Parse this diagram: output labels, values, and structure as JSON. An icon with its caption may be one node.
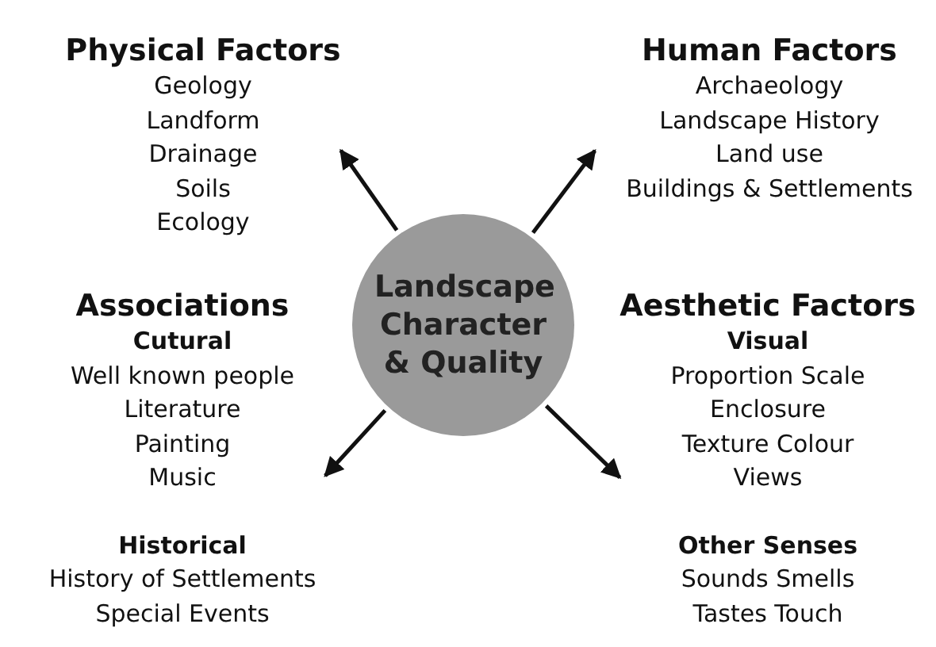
{
  "diagram": {
    "nodes": [
      {
        "text": [
          "Landscape Character & Quality"
        ]
      },
      {
        "text": [
          "Physical Factors",
          "Geology",
          "Landform",
          "Drainage",
          "Soils",
          "Ecology"
        ]
      },
      {
        "text": [
          "Human Factors",
          "Archaeology",
          "Landscape History",
          "Land use",
          "Buildings & Settlements"
        ]
      },
      {
        "text": [
          "Associations"
        ]
      },
      {
        "text": [
          "Cutural",
          "Well known people",
          "Literature",
          "Painting",
          "Music"
        ],
        "in": 3
      },
      {
        "text": [
          "Historical",
          "History of Settlements",
          "Special Events"
        ],
        "in": 3
      },
      {
        "text": [
          "Aesthetic Factors"
        ]
      },
      {
        "text": [
          "Visual",
          "Proportion Scale",
          "Enclosure",
          "Texture Colour",
          "Views"
        ],
        "in": 6
      },
      {
        "text": [
          "Other Senses",
          "Sounds Smells",
          "Tastes Touch"
        ],
        "in": 6
      }
    ],
    "edges": [
      {
        "from": 0,
        "to": 1,
        "arrow": "to"
      },
      {
        "from": 0,
        "to": 2,
        "arrow": "to"
      },
      {
        "from": 0,
        "to": 3,
        "arrow": "to"
      },
      {
        "from": 0,
        "to": 6,
        "arrow": "to"
      }
    ]
  }
}
